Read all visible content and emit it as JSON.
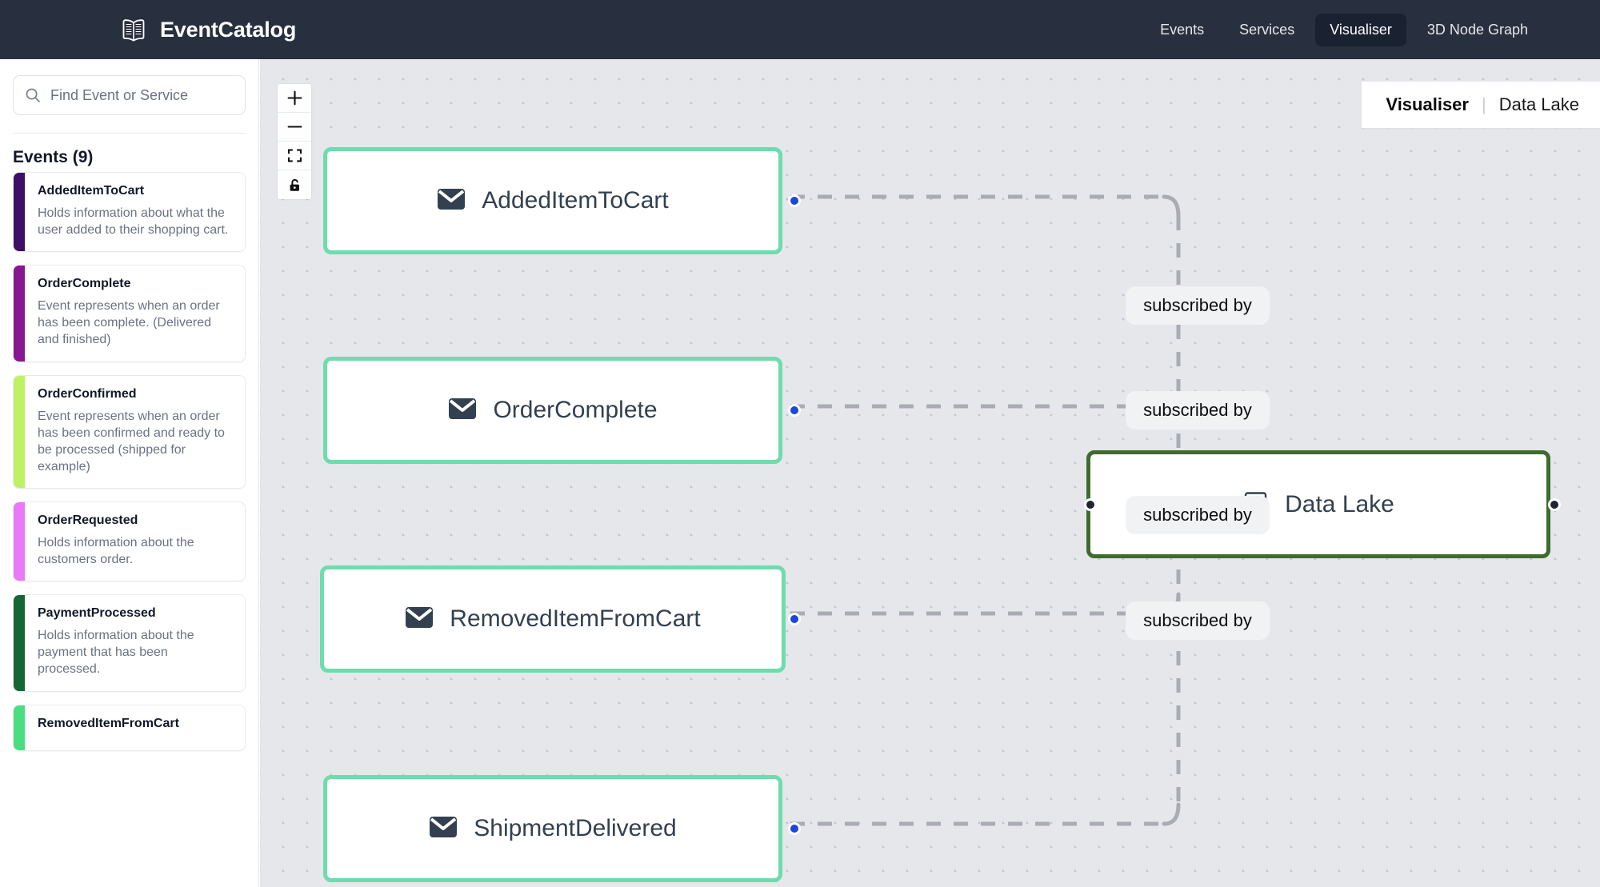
{
  "header": {
    "brand_name": "EventCatalog",
    "brand_icon": "open-book-icon",
    "nav": [
      {
        "label": "Events",
        "active": false
      },
      {
        "label": "Services",
        "active": false
      },
      {
        "label": "Visualiser",
        "active": true
      },
      {
        "label": "3D Node Graph",
        "active": false
      }
    ]
  },
  "sidebar": {
    "search": {
      "placeholder": "Find Event or Service",
      "value": "",
      "icon": "search-icon"
    },
    "section_title": "Events (9)",
    "events": [
      {
        "name": "AddedItemToCart",
        "description": "Holds information about what the user added to their shopping cart.",
        "accent": "#3E1065"
      },
      {
        "name": "OrderComplete",
        "description": "Event represents when an order has been complete. (Delivered and finished)",
        "accent": "#86198F"
      },
      {
        "name": "OrderConfirmed",
        "description": "Event represents when an order has been confirmed and ready to be processed (shipped for example)",
        "accent": "#BEF264"
      },
      {
        "name": "OrderRequested",
        "description": "Holds information about the customers order.",
        "accent": "#E879F9"
      },
      {
        "name": "PaymentProcessed",
        "description": "Holds information about the payment that has been processed.",
        "accent": "#166534"
      },
      {
        "name": "RemovedItemFromCart",
        "description": "",
        "accent": "#4ADE80"
      }
    ]
  },
  "canvas": {
    "badge": {
      "title": "Visualiser",
      "separator": "|",
      "subtitle": "Data Lake"
    },
    "controls": [
      {
        "name": "zoom-in-button",
        "icon": "plus-icon"
      },
      {
        "name": "zoom-out-button",
        "icon": "minus-icon"
      },
      {
        "name": "fit-view-button",
        "icon": "fit-view-icon"
      },
      {
        "name": "lock-toggle-button",
        "icon": "unlock-icon"
      }
    ],
    "nodes": [
      {
        "id": "added-item-to-cart",
        "label": "AddedItemToCart",
        "type": "event",
        "icon": "envelope-icon"
      },
      {
        "id": "order-complete",
        "label": "OrderComplete",
        "type": "event",
        "icon": "envelope-icon"
      },
      {
        "id": "removed-item-from-cart",
        "label": "RemovedItemFromCart",
        "type": "event",
        "icon": "envelope-icon"
      },
      {
        "id": "shipment-delivered",
        "label": "ShipmentDelivered",
        "type": "event",
        "icon": "envelope-icon"
      },
      {
        "id": "data-lake",
        "label": "Data Lake",
        "type": "service",
        "icon": "database-icon"
      }
    ],
    "edge_labels": [
      "subscribed by",
      "subscribed by",
      "subscribed by",
      "subscribed by"
    ],
    "colors": {
      "event_border": "#6FDCAE",
      "service_border": "#3F6B2F",
      "handle_source": "#1A45E0",
      "handle_target": "#1F2433",
      "edge": "#A9ACB2",
      "canvas_bg": "#E5E7EB",
      "header_bg": "#28303F",
      "nav_active_bg": "#1A2232"
    }
  }
}
